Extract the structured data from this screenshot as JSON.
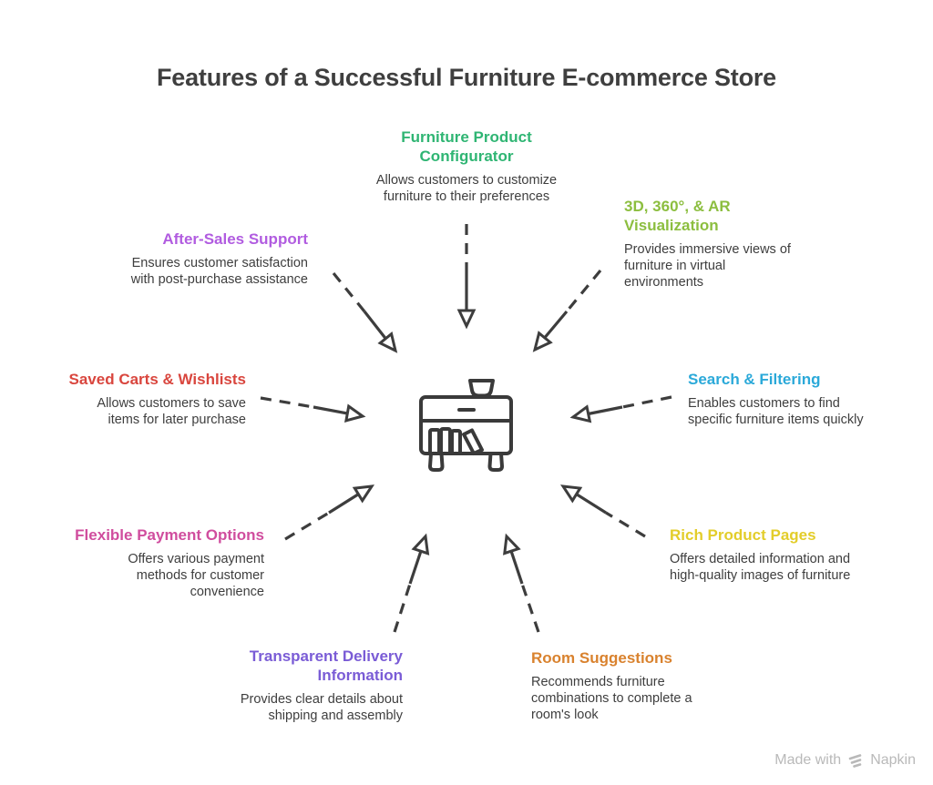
{
  "page_title": "Features of a Successful Furniture E-commerce Store",
  "features": [
    {
      "id": "furniture-product-configurator",
      "title": "Furniture Product\nConfigurator",
      "description": "Allows customers to customize\nfurniture to their preferences",
      "color": "#2fb573"
    },
    {
      "id": "after-sales-support",
      "title": "After-Sales Support",
      "description": "Ensures customer satisfaction\nwith post-purchase assistance",
      "color": "#b15ce0"
    },
    {
      "id": "3d-360-ar-visualization",
      "title": "3D, 360°, & AR\nVisualization",
      "description": "Provides immersive views of\nfurniture in virtual\nenvironments",
      "color": "#8cbe3f"
    },
    {
      "id": "saved-carts-wishlists",
      "title": "Saved Carts & Wishlists",
      "description": "Allows customers to save\nitems for later purchase",
      "color": "#d9463e"
    },
    {
      "id": "search-filtering",
      "title": "Search & Filtering",
      "description": "Enables customers to find\nspecific furniture items quickly",
      "color": "#2ba9d9"
    },
    {
      "id": "flexible-payment-options",
      "title": "Flexible Payment Options",
      "description": "Offers various payment\nmethods for customer\nconvenience",
      "color": "#d04d9e"
    },
    {
      "id": "rich-product-pages",
      "title": "Rich Product Pages",
      "description": "Offers detailed information and\nhigh-quality images of furniture",
      "color": "#e3cd2a"
    },
    {
      "id": "transparent-delivery-information",
      "title": "Transparent Delivery\nInformation",
      "description": "Provides clear details about\nshipping and assembly",
      "color": "#7a5cd6"
    },
    {
      "id": "room-suggestions",
      "title": "Room Suggestions",
      "description": "Recommends furniture\ncombinations to complete a\nroom's look",
      "color": "#d9822e"
    }
  ],
  "footer": {
    "made_with": "Made with",
    "brand": "Napkin"
  }
}
